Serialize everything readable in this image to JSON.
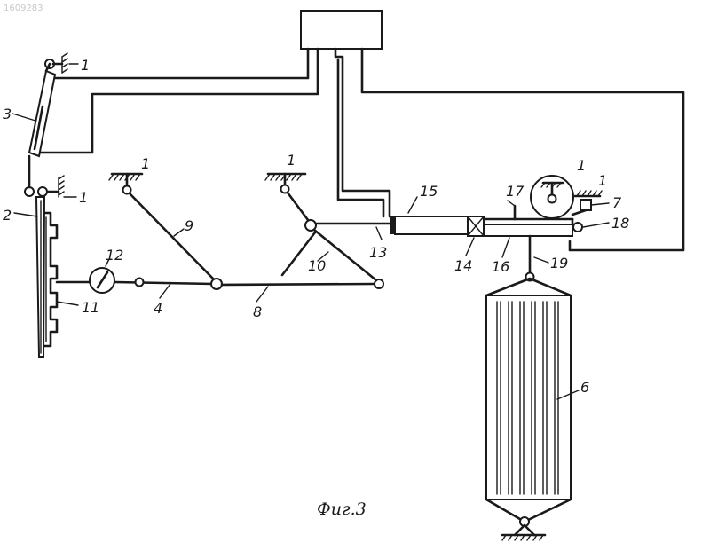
{
  "stamp": "1609283",
  "caption": "Фиг.3",
  "labels": {
    "l1a": "1",
    "l1b": "1",
    "l1c": "1",
    "l1d": "1",
    "l1e": "1",
    "l1f": "1",
    "l2": "2",
    "l3": "3",
    "l4": "4",
    "l6": "6",
    "l7": "7",
    "l8": "8",
    "l9": "9",
    "l10": "10",
    "l11": "11",
    "l12": "12",
    "l13": "13",
    "l14": "14",
    "l15": "15",
    "l16": "16",
    "l17": "17",
    "l18": "18",
    "l19": "19"
  }
}
